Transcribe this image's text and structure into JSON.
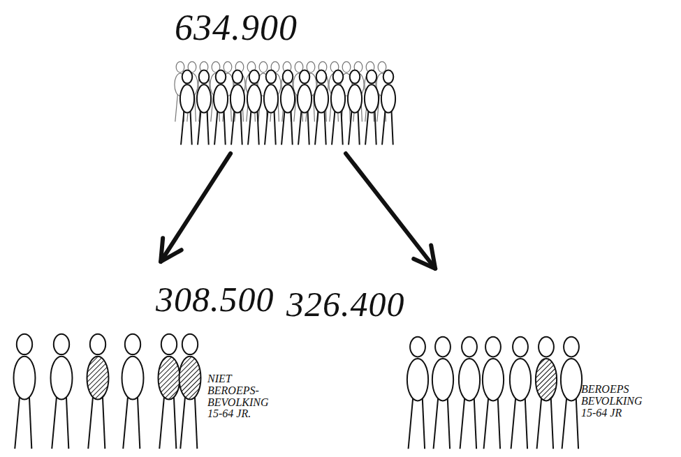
{
  "diagram": {
    "nodes": [
      {
        "text": [
          "634.900"
        ]
      },
      {
        "text": [
          "308.500",
          "NIET BEROEPS- BEVOLKING 15-64 JR."
        ]
      },
      {
        "text": [
          "326.400",
          "BEROEPS BEVOLKING 15-64 JR"
        ]
      }
    ],
    "edges": [
      {
        "from": 0,
        "to": 1,
        "arrow": "to"
      },
      {
        "from": 0,
        "to": 2,
        "arrow": "to"
      }
    ]
  }
}
